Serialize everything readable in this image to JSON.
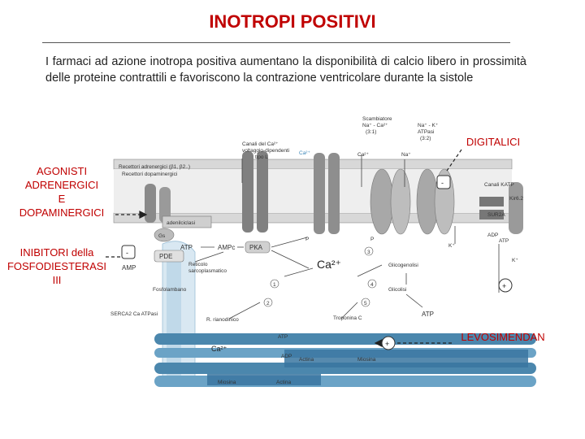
{
  "title": "INOTROPI POSITIVI",
  "intro": "I farmaci ad azione inotropa positiva aumentano la disponibilità di calcio libero in prossimità delle proteine contrattili e favoriscono la contrazione ventricolare durante la sistole",
  "side_labels": {
    "digitalici": "DIGITALICI",
    "agonisti_lines": [
      "AGONISTI",
      "ADRENERGICI",
      "E",
      "DOPAMINERGICI"
    ],
    "inibitori_lines": [
      "INIBITORI della",
      "FOSFODIESTERASI",
      "III"
    ],
    "levosimendan": "LEVOSIMENDAN"
  },
  "diagram": {
    "scambiatore_lines": [
      "Scambiatore",
      "Na⁺ - Ca²⁺",
      "(3:1)"
    ],
    "atpasi_lines": [
      "Na⁺ - K⁺",
      "ATPasi",
      "(3:2)"
    ],
    "canali_ca_lines": [
      "Canali del Ca²⁺",
      "voltaggio-dipendenti",
      "tipo L"
    ],
    "recettori_adr": "Recettori adrenergici (β1, β2..)",
    "recettori_dop": "Recettori dopaminergici",
    "canali_katp": "Canali KATP",
    "kir": "Kir6.2",
    "sur": "SUR2A",
    "adenilciclasi": "adenilciclasi",
    "gs": "Gs",
    "atp": "ATP",
    "ampc": "AMPc",
    "pka": "PKA",
    "pde": "PDE",
    "amp": "AMP",
    "reticolo_lines": [
      "Reticolo",
      "sarcoplasmatico"
    ],
    "fosfolambano": "Fosfolambano",
    "serca": "SERCA2 Ca ATPasi",
    "ca2": "Ca²⁺",
    "ca2_small": "Ca²⁺",
    "na": "Na⁺",
    "k": "K⁺",
    "p": "P",
    "adp": "ADP",
    "glicogenolisi": "Glicogenolisi",
    "glicolisi": "Glicolisi",
    "rianodinico": "R. rianodinico",
    "troponina": "Troponina C",
    "actina": "Actina",
    "miosina": "Miosina",
    "minus": "-",
    "plus": "+",
    "steps": [
      "1",
      "2",
      "3",
      "4",
      "5"
    ]
  }
}
